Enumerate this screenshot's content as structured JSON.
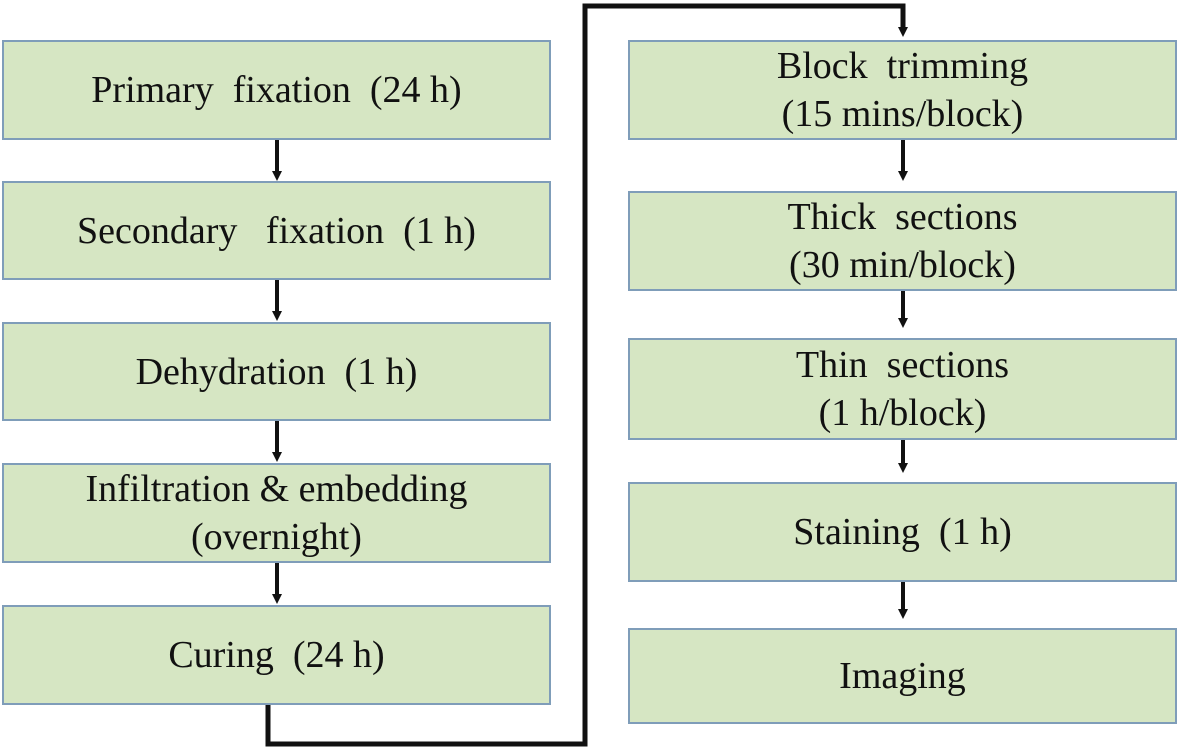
{
  "left_column": [
    {
      "lines": [
        "Primary  fixation  (24 h)"
      ]
    },
    {
      "lines": [
        "Secondary   fixation  (1 h)"
      ]
    },
    {
      "lines": [
        "Dehydration  (1 h)"
      ]
    },
    {
      "lines": [
        "Infiltration & embedding",
        "(overnight)"
      ]
    },
    {
      "lines": [
        "Curing  (24 h)"
      ]
    }
  ],
  "right_column": [
    {
      "lines": [
        "Block  trimming",
        "(15 mins/block)"
      ]
    },
    {
      "lines": [
        "Thick  sections",
        "(30 min/block)"
      ]
    },
    {
      "lines": [
        "Thin  sections",
        "(1 h/block)"
      ]
    },
    {
      "lines": [
        "Staining  (1 h)"
      ]
    },
    {
      "lines": [
        "Imaging"
      ]
    }
  ],
  "colors": {
    "box_fill": "#d6e6c3",
    "box_border": "#7f9db9",
    "arrow": "#111111"
  }
}
